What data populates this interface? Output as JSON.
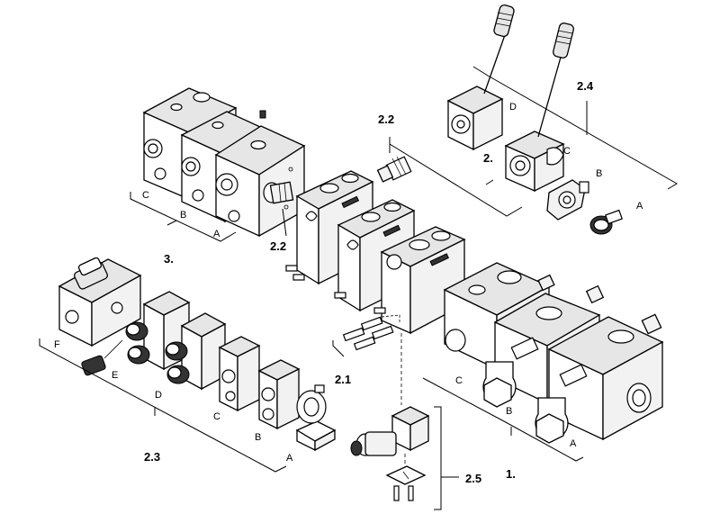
{
  "labels": {
    "g1": "1.",
    "g2": "2.",
    "g21": "2.1",
    "g22a": "2.2",
    "g22b": "2.2",
    "g23": "2.3",
    "g24": "2.4",
    "g25": "2.5",
    "g3": "3.",
    "g1_a": "A",
    "g1_b": "B",
    "g1_c": "C",
    "g3_a": "A",
    "g3_b": "B",
    "g3_c": "C",
    "g24_a": "A",
    "g24_b": "B",
    "g24_c": "C",
    "g24_d": "D",
    "g23_a": "A",
    "g23_b": "B",
    "g23_c": "C",
    "g23_d": "D",
    "g23_e": "E",
    "g23_f": "F"
  }
}
